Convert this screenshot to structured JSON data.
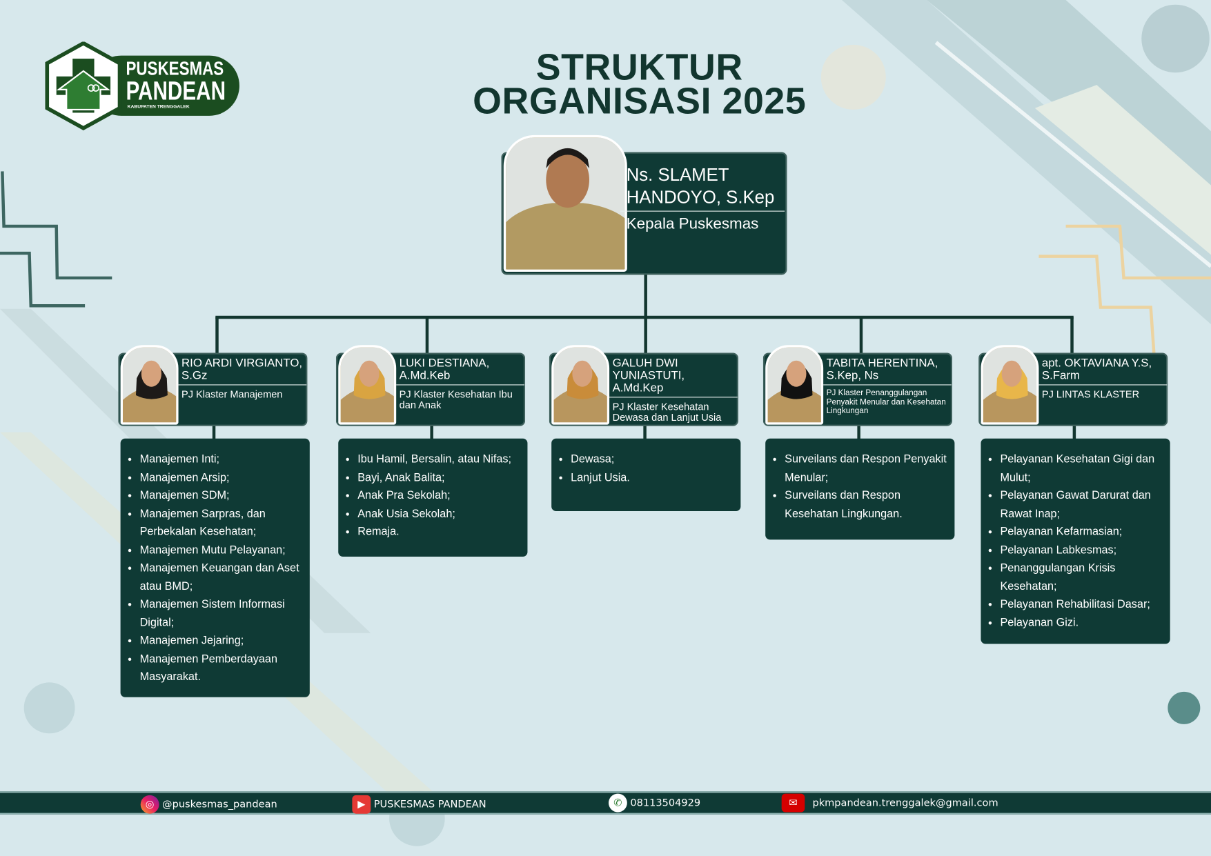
{
  "logo": {
    "line1": "PUSKESMAS",
    "line2": "PANDEAN",
    "sub": "KABUPATEN TRENGGALEK"
  },
  "title": {
    "line1": "STRUKTUR",
    "line2": "ORGANISASI 2025"
  },
  "head": {
    "name": "Ns. SLAMET HANDOYO, S.Kep",
    "role": "Kepala Puskesmas"
  },
  "members": [
    {
      "name": "RIO ARDI VIRGIANTO, S.Gz",
      "role": "PJ Klaster Manajemen",
      "items": [
        "Manajemen Inti;",
        "Manajemen Arsip;",
        "Manajemen SDM;",
        "Manajemen Sarpras, dan Perbekalan Kesehatan;",
        "Manajemen Mutu  Pelayanan;",
        "Manajemen Keuangan dan Aset atau BMD;",
        "Manajemen Sistem Informasi Digital;",
        "Manajemen Jejaring;",
        "Manajemen Pemberdayaan Masyarakat."
      ]
    },
    {
      "name": "LUKI DESTIANA, A.Md.Keb",
      "role": "PJ Klaster Kesehatan Ibu dan Anak",
      "items": [
        "Ibu Hamil, Bersalin, atau Nifas;",
        "Bayi, Anak Balita;",
        "Anak Pra Sekolah;",
        "Anak Usia Sekolah;",
        "Remaja."
      ]
    },
    {
      "name": "GALUH DWI YUNIASTUTI, A.Md.Kep",
      "role": "PJ Klaster Kesehatan Dewasa dan Lanjut Usia",
      "items": [
        "Dewasa;",
        "Lanjut Usia."
      ]
    },
    {
      "name": "TABITA HERENTINA, S.Kep, Ns",
      "role": "PJ Klaster Penanggulangan Penyakit Menular dan Kesehatan Lingkungan",
      "items": [
        "Surveilans dan Respon Penyakit Menular;",
        "Surveilans dan Respon Kesehatan Lingkungan."
      ]
    },
    {
      "name": "apt. OKTAVIANA Y.S, S.Farm",
      "role": "PJ LINTAS KLASTER",
      "items": [
        "Pelayanan Kesehatan Gigi dan Mulut;",
        "Pelayanan Gawat Darurat dan Rawat Inap;",
        "Pelayanan Kefarmasian;",
        "Pelayanan Labkesmas;",
        "Penanggulangan Krisis Kesehatan;",
        "Pelayanan Rehabilitasi Dasar;",
        "Pelayanan Gizi."
      ]
    }
  ],
  "footer": {
    "instagram": "@puskesmas_pandean",
    "youtube": "PUSKESMAS PANDEAN",
    "whatsapp": "08113504929",
    "email": "pkmpandean.trenggalek@gmail.com"
  },
  "colors": {
    "background": "#d7e8ec",
    "card": "#0f3a35",
    "title": "#12362f",
    "logo_green": "#1b5e20",
    "accent_gold": "#e8c98a"
  }
}
